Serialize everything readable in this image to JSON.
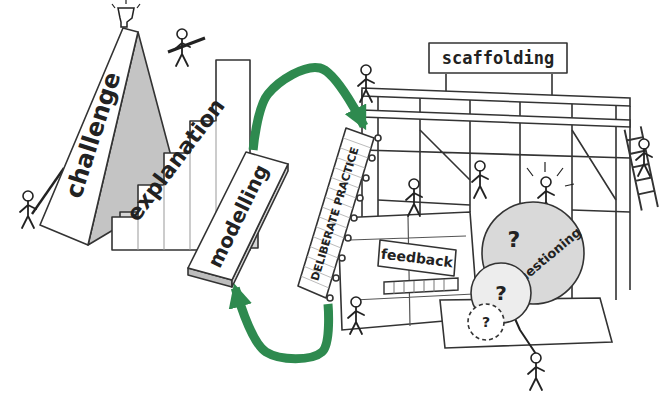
{
  "diagram": {
    "nodes": [
      {
        "text": [
          "challenge"
        ]
      },
      {
        "text": [
          "explanation"
        ]
      },
      {
        "text": [
          "modelling"
        ]
      },
      {
        "text": [
          "DELIBERATE PRACTICE"
        ]
      },
      {
        "text": [
          "scaffolding"
        ]
      },
      {
        "text": [
          "feedback"
        ]
      },
      {
        "text": [
          "questioning",
          "?"
        ]
      },
      {
        "text": [
          "?"
        ]
      },
      {
        "text": [
          "?"
        ]
      }
    ],
    "edges": [
      {
        "from": 2,
        "to": 3,
        "arrow": "to"
      },
      {
        "from": 3,
        "to": 2,
        "arrow": "to"
      }
    ]
  }
}
